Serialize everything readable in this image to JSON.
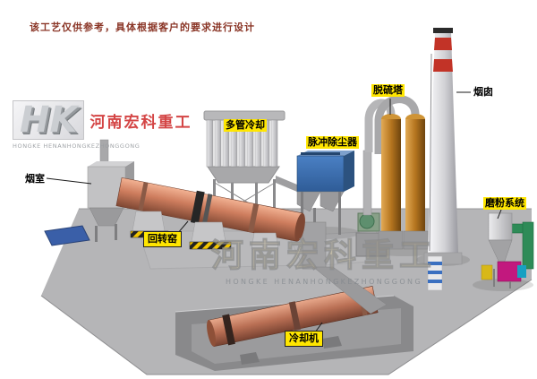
{
  "disclaimer": "该工艺仅供参考，具体根据客户的要求进行设计",
  "logo": {
    "monogram": "HK",
    "company_cn": "河南宏科重工",
    "company_en": "HONGKE HENANHONGKEZHONGGONG"
  },
  "watermark": {
    "company_cn": "河南宏科重工",
    "company_en": "HONGKE HENANHONGKEZHONGGONG"
  },
  "labels": {
    "smoke_chamber": "烟室",
    "multi_tube_cooler": "多管冷却",
    "pulse_dust_collector": "脉冲除尘器",
    "desulfurization_tower": "脱硫塔",
    "chimney": "烟囱",
    "rotary_kiln": "回转窑",
    "grinding_system": "磨粉系统",
    "cooling_machine": "冷却机"
  },
  "colors": {
    "kiln_salmon": "#cd7c5d",
    "collector_blue": "#3f6fae",
    "tower_amber": "#b5751f",
    "chimney_red": "#c23327",
    "label_yellow": "#ffe600",
    "ground_gray": "#b5b5b7"
  }
}
